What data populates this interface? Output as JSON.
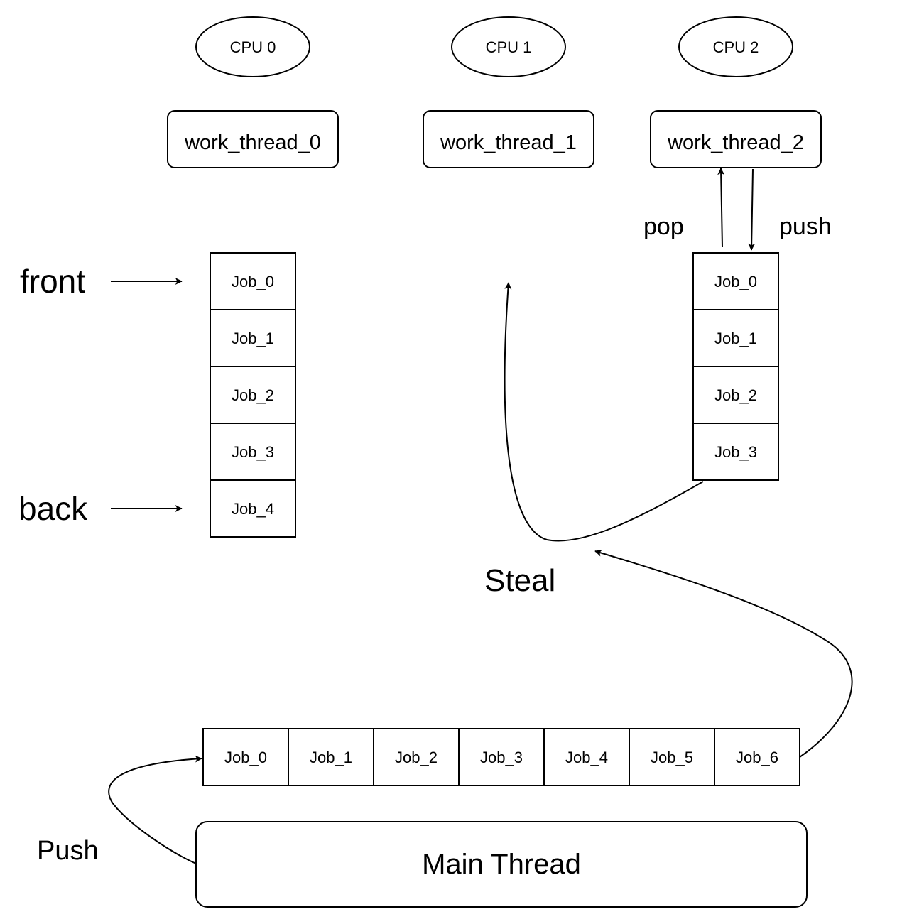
{
  "cpus": [
    {
      "label": "CPU 0"
    },
    {
      "label": "CPU 1"
    },
    {
      "label": "CPU 2"
    }
  ],
  "threads": [
    {
      "label": "work_thread_0"
    },
    {
      "label": "work_thread_1"
    },
    {
      "label": "work_thread_2"
    }
  ],
  "queue_left": {
    "jobs": [
      "Job_0",
      "Job_1",
      "Job_2",
      "Job_3",
      "Job_4"
    ],
    "front_label": "front",
    "back_label": "back"
  },
  "queue_right": {
    "jobs": [
      "Job_0",
      "Job_1",
      "Job_2",
      "Job_3"
    ],
    "pop_label": "pop",
    "push_label": "push"
  },
  "steal_label": "Steal",
  "main_queue": {
    "jobs": [
      "Job_0",
      "Job_1",
      "Job_2",
      "Job_3",
      "Job_4",
      "Job_5",
      "Job_6"
    ]
  },
  "main_thread": {
    "label": "Main Thread",
    "push_label": "Push"
  }
}
